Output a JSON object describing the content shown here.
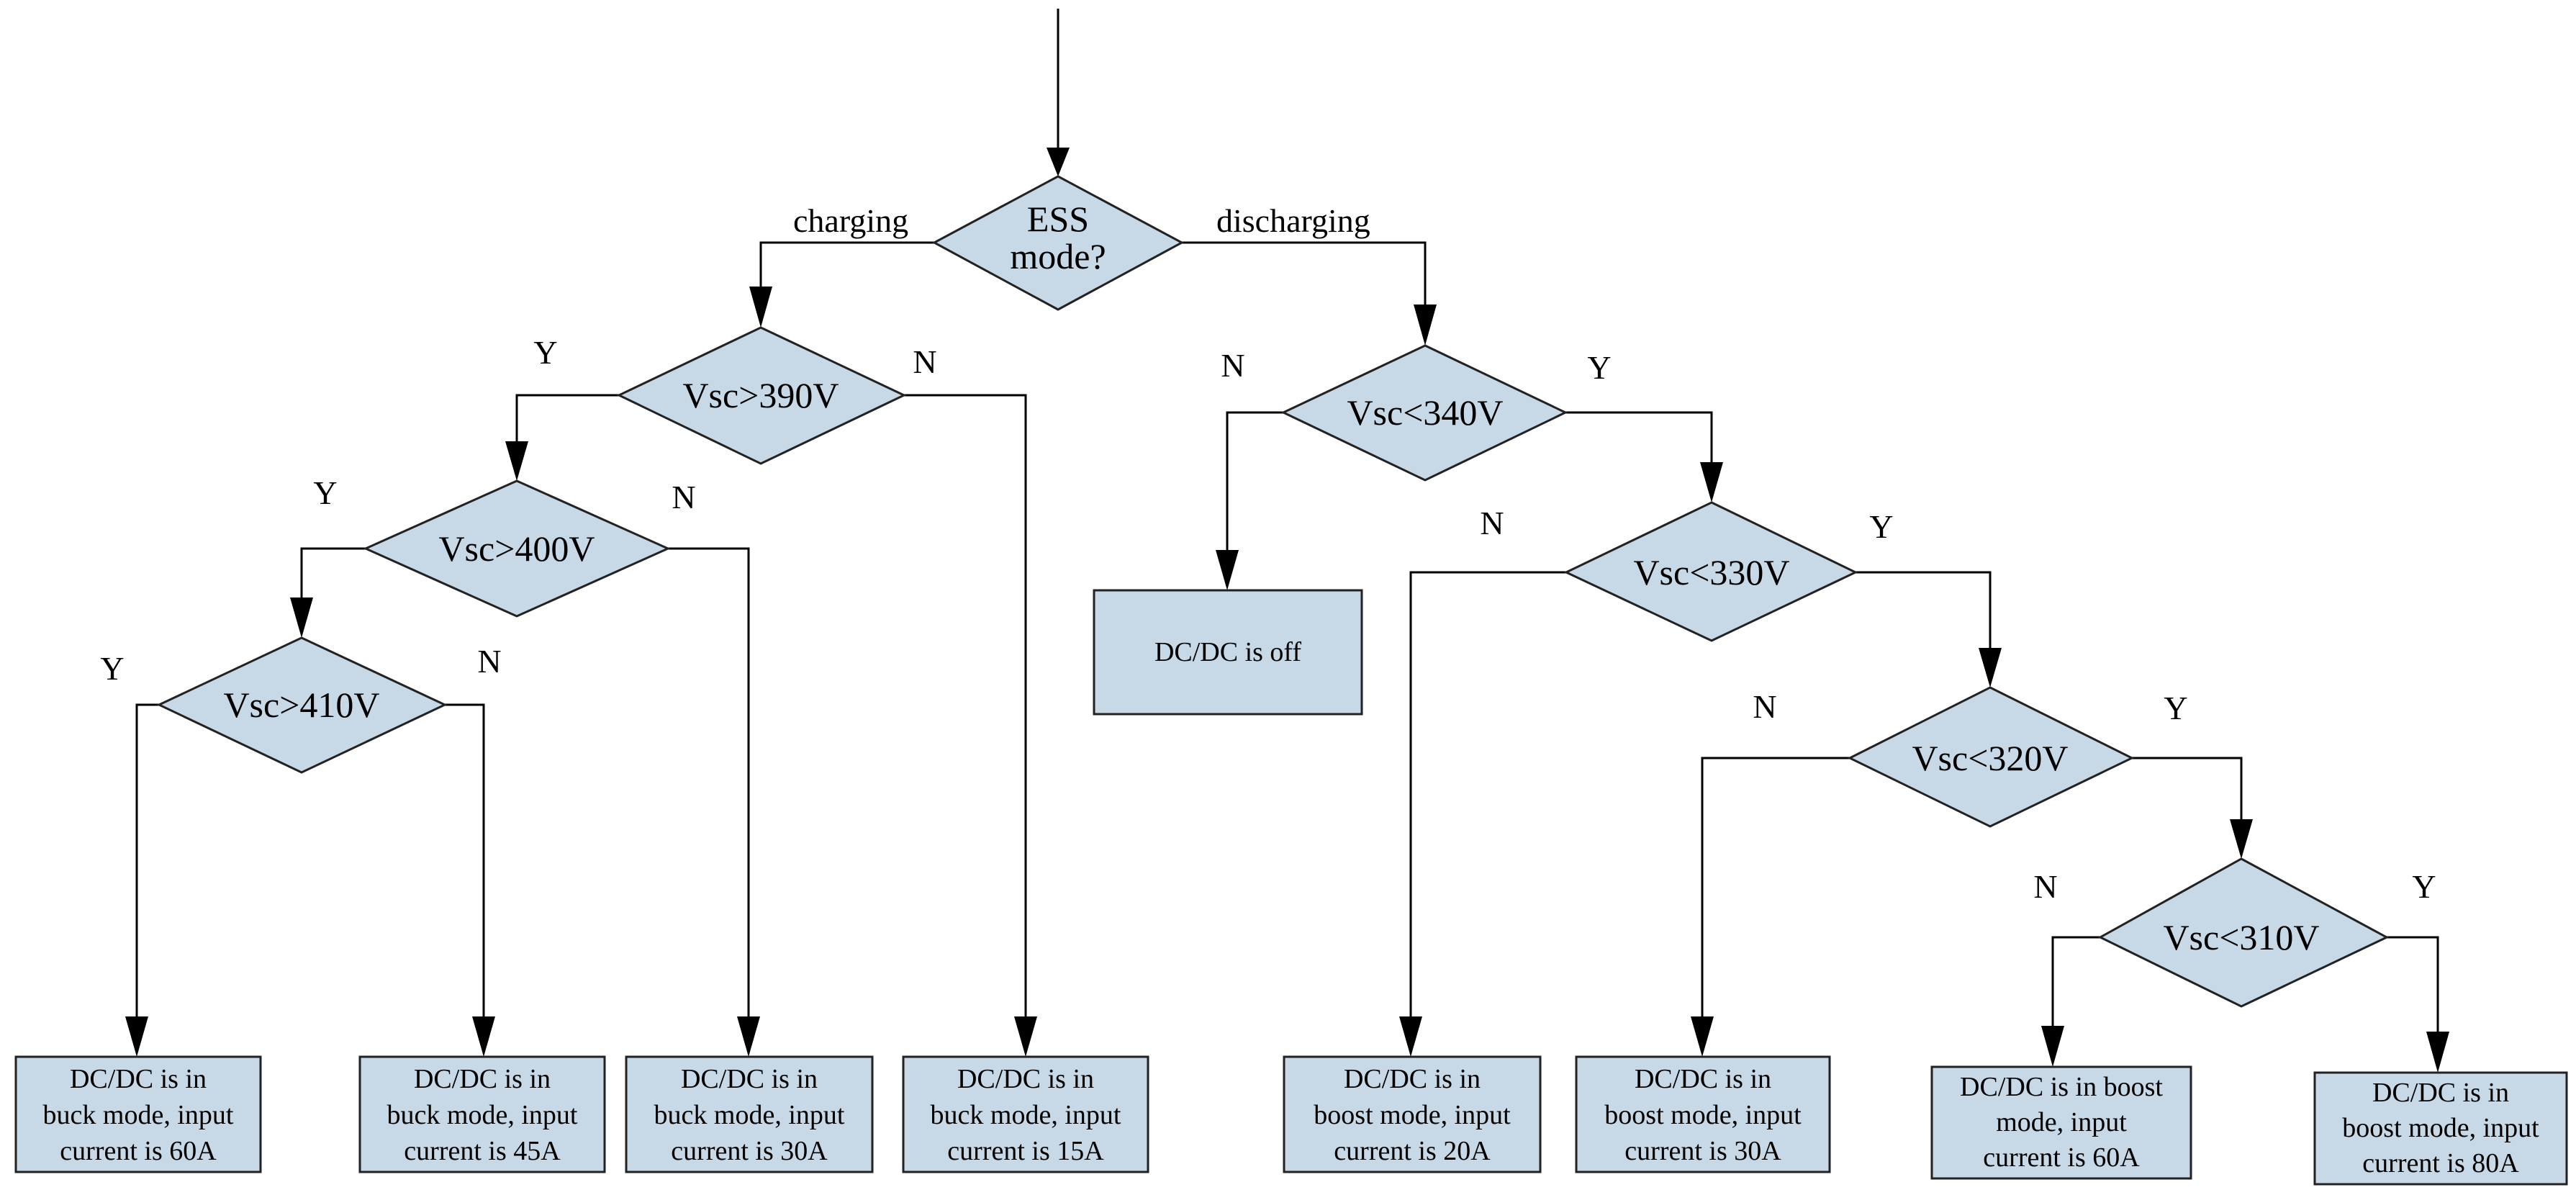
{
  "decisions": {
    "ess_mode": [
      "ESS",
      "mode?"
    ],
    "vsc_390": "Vsc>390V",
    "vsc_400": "Vsc>400V",
    "vsc_410": "Vsc>410V",
    "vsc_340": "Vsc<340V",
    "vsc_330": "Vsc<330V",
    "vsc_320": "Vsc<320V",
    "vsc_310": "Vsc<310V"
  },
  "boxes": {
    "buck_60": [
      "DC/DC is in",
      "buck mode, input",
      "current is 60A"
    ],
    "buck_45": [
      "DC/DC is in",
      "buck mode, input",
      "current is 45A"
    ],
    "buck_30": [
      "DC/DC is in",
      "buck mode, input",
      "current is 30A"
    ],
    "buck_15": [
      "DC/DC is in",
      "buck mode, input",
      "current is 15A"
    ],
    "off": "DC/DC is off",
    "boost_20": [
      "DC/DC is in",
      "boost mode, input",
      "current is 20A"
    ],
    "boost_30": [
      "DC/DC is in",
      "boost mode, input",
      "current is 30A"
    ],
    "boost_60": [
      "DC/DC is in boost",
      "mode, input",
      "current is 60A"
    ],
    "boost_80": [
      "DC/DC is in",
      "boost mode, input",
      "current is 80A"
    ]
  },
  "edge_labels": {
    "charging": "charging",
    "discharging": "discharging",
    "yes": "Y",
    "no": "N"
  }
}
